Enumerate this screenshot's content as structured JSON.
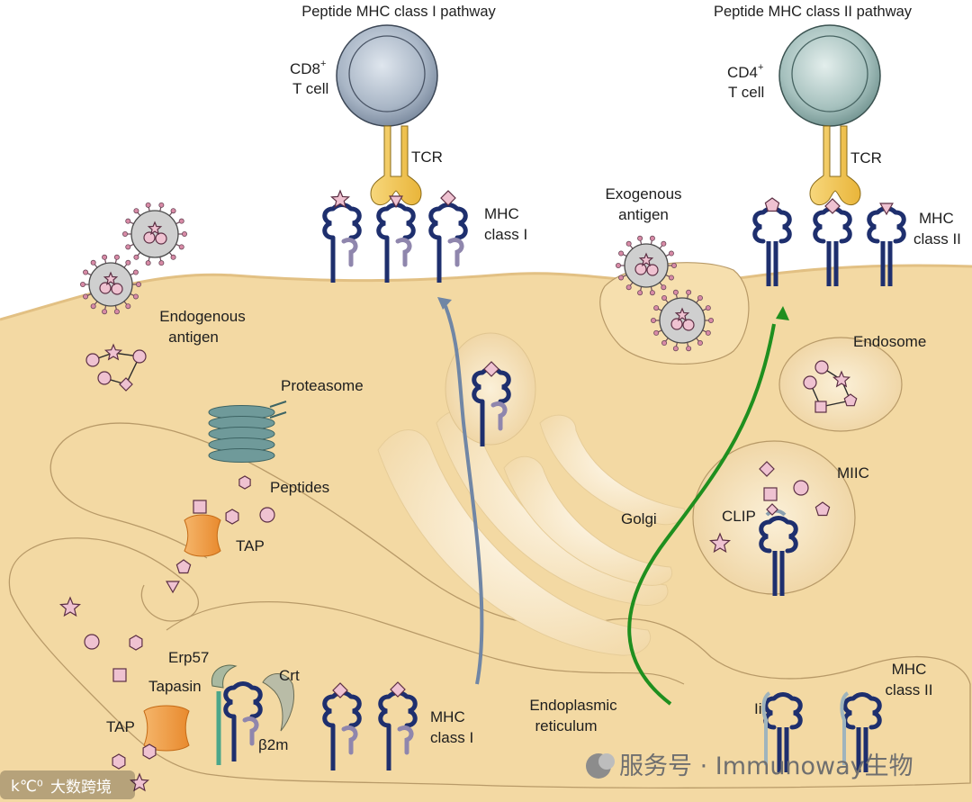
{
  "titles": {
    "mhc1_pathway": "Peptide MHC class I pathway",
    "mhc2_pathway": "Peptide MHC class II pathway"
  },
  "cells": {
    "cd8": {
      "line1": "CD8",
      "sup": "+",
      "line2": "T cell"
    },
    "cd4": {
      "line1": "CD4",
      "sup": "+",
      "line2": "T cell"
    }
  },
  "labels": {
    "tcr_left": "TCR",
    "tcr_right": "TCR",
    "mhc1_surface": [
      "MHC",
      "class I"
    ],
    "mhc2_surface": [
      "MHC",
      "class II"
    ],
    "exogenous_antigen": [
      "Exogenous",
      "antigen"
    ],
    "endogenous_antigen": [
      "Endogenous",
      "antigen"
    ],
    "endosome": "Endosome",
    "proteasome": "Proteasome",
    "peptides": "Peptides",
    "tap_top": "TAP",
    "tap_bottom": "TAP",
    "golgi": "Golgi",
    "miic": "MIIC",
    "clip": "CLIP",
    "erp57": "Erp57",
    "tapasin": "Tapasin",
    "crt": "Crt",
    "b2m": "β2m",
    "mhc1_er": [
      "MHC",
      "class I"
    ],
    "er": [
      "Endoplasmic",
      "reticulum"
    ],
    "ii": "Ii",
    "mhc2_er": [
      "MHC",
      "class II"
    ]
  },
  "watermark": {
    "left": "大数跨境",
    "right": "服务号 · Immunoway生物"
  },
  "colors": {
    "cytoplasm": "#f3d9a3",
    "membrane_shadow": "#e4c285",
    "mhc_molecule": "#1e2f6e",
    "beta2m": "#8f86ad",
    "t_cell": "#aab7c6",
    "t_cell_cd4": "#a8c3c0",
    "tcr": "#f2c550",
    "tap": "#f0a04b",
    "proteasome": "#6f9a9a",
    "peptide_fill": "#efc2d1",
    "peptide_stroke": "#5c2f44",
    "class1_arrow": "#7086a5",
    "class2_arrow": "#1f8f1f"
  }
}
